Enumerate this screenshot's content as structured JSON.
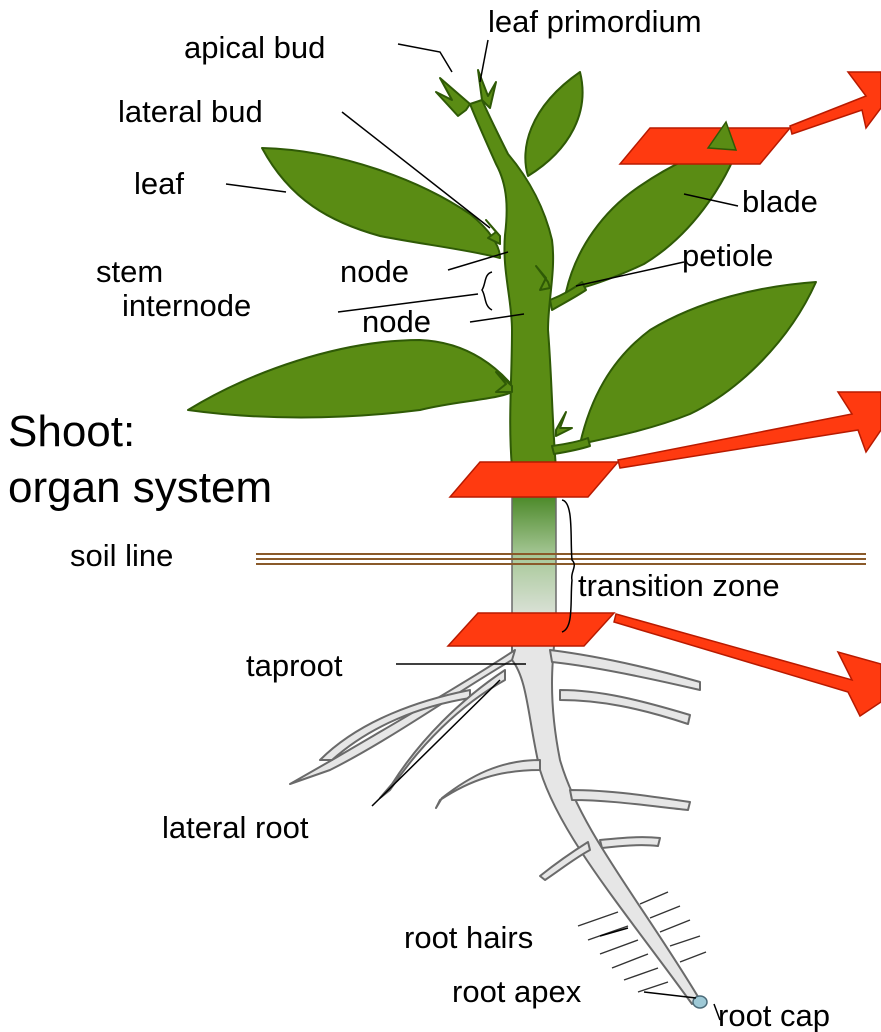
{
  "labels": {
    "leaf_primordium": "leaf primordium",
    "apical_bud": "apical bud",
    "lateral_bud": "lateral bud",
    "leaf": "leaf",
    "blade": "blade",
    "stem": "stem",
    "node_upper": "node",
    "node_lower": "node",
    "internode": "internode",
    "petiole": "petiole",
    "shoot_line1": "Shoot:",
    "shoot_line2": "organ system",
    "soil_line": "soil line",
    "transition_zone": "transition zone",
    "taproot": "taproot",
    "lateral_root": "lateral root",
    "root_hairs": "root hairs",
    "root_apex": "root apex",
    "root_cap": "root cap"
  },
  "colors": {
    "shoot_green": "#5a8c14",
    "section_red": "#ff3a10",
    "root_grey": "#e6e6e6",
    "soil_brown": "#8a5a2a"
  }
}
